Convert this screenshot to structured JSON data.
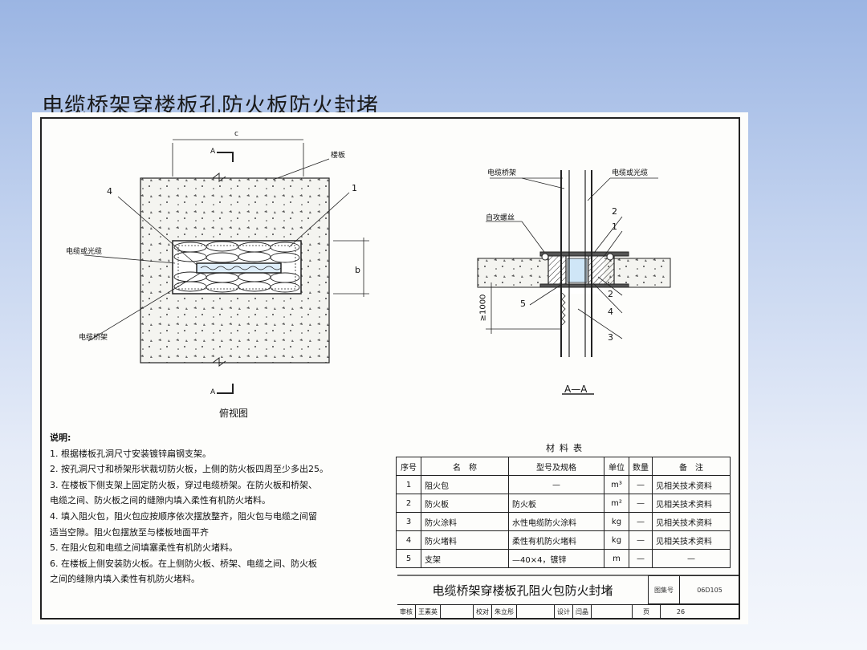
{
  "slide": {
    "title": "电缆桥架穿楼板孔防火板防火封堵"
  },
  "drawing": {
    "plan": {
      "dim_c": "c",
      "section_mark_top": "A",
      "section_mark_bottom": "A",
      "label_floor": "楼板",
      "label_cable": "电缆或光缆",
      "label_tray": "电缆桥架",
      "callout_1": "1",
      "callout_4": "4",
      "dim_b": "b",
      "caption": "俯视图"
    },
    "section": {
      "label_tray": "电缆桥架",
      "label_cable": "电缆或光缆",
      "label_screw": "自攻螺丝",
      "callout_2a": "2",
      "callout_1": "1",
      "callout_2b": "2",
      "callout_4": "4",
      "callout_5": "5",
      "callout_3": "3",
      "dim_height": "≥1000",
      "caption": "A—A"
    }
  },
  "notes": {
    "title": "说明:",
    "items": [
      "1. 根据楼板孔洞尺寸安装镀锌扁钢支架。",
      "2. 按孔洞尺寸和桥架形状裁切防火板，上侧的防火板四周至少多出25。",
      "3. 在楼板下侧支架上固定防火板，穿过电缆桥架。在防火板和桥架、",
      "    电缆之间、防火板之间的缝隙内填入柔性有机防火堵料。",
      "4. 填入阻火包，阻火包应按顺序依次摆放整齐，阻火包与电缆之间留",
      "    适当空隙。阻火包摆放至与楼板地面平齐",
      "5. 在阻火包和电缆之间填塞柔性有机防火堵料。",
      "6. 在楼板上侧安装防火板。在上侧防火板、桥架、电缆之间、防火板",
      "    之间的缝隙内填入柔性有机防火堵料。"
    ]
  },
  "materials": {
    "title": "材料表",
    "headers": [
      "序号",
      "名　称",
      "型号及规格",
      "单位",
      "数量",
      "备　注"
    ],
    "rows": [
      [
        "1",
        "阻火包",
        "—",
        "m³",
        "—",
        "见相关技术资料"
      ],
      [
        "2",
        "防火板",
        "防火板",
        "m²",
        "—",
        "见相关技术资料"
      ],
      [
        "3",
        "防火涂料",
        "水性电缆防火涂料",
        "kg",
        "—",
        "见相关技术资料"
      ],
      [
        "4",
        "防火堵料",
        "柔性有机防火堵料",
        "kg",
        "—",
        "见相关技术资料"
      ],
      [
        "5",
        "支架",
        "—40×4，镀锌",
        "m",
        "—",
        "—"
      ]
    ]
  },
  "title_block": {
    "title": "电缆桥架穿楼板孔阻火包防火封堵",
    "atlas_label": "图集号",
    "atlas_no": "06D105",
    "page_label": "页",
    "page_no": "26",
    "sign": [
      "审核",
      "王素英",
      "校对",
      "朱立彤",
      "设计",
      "闫晶"
    ]
  }
}
